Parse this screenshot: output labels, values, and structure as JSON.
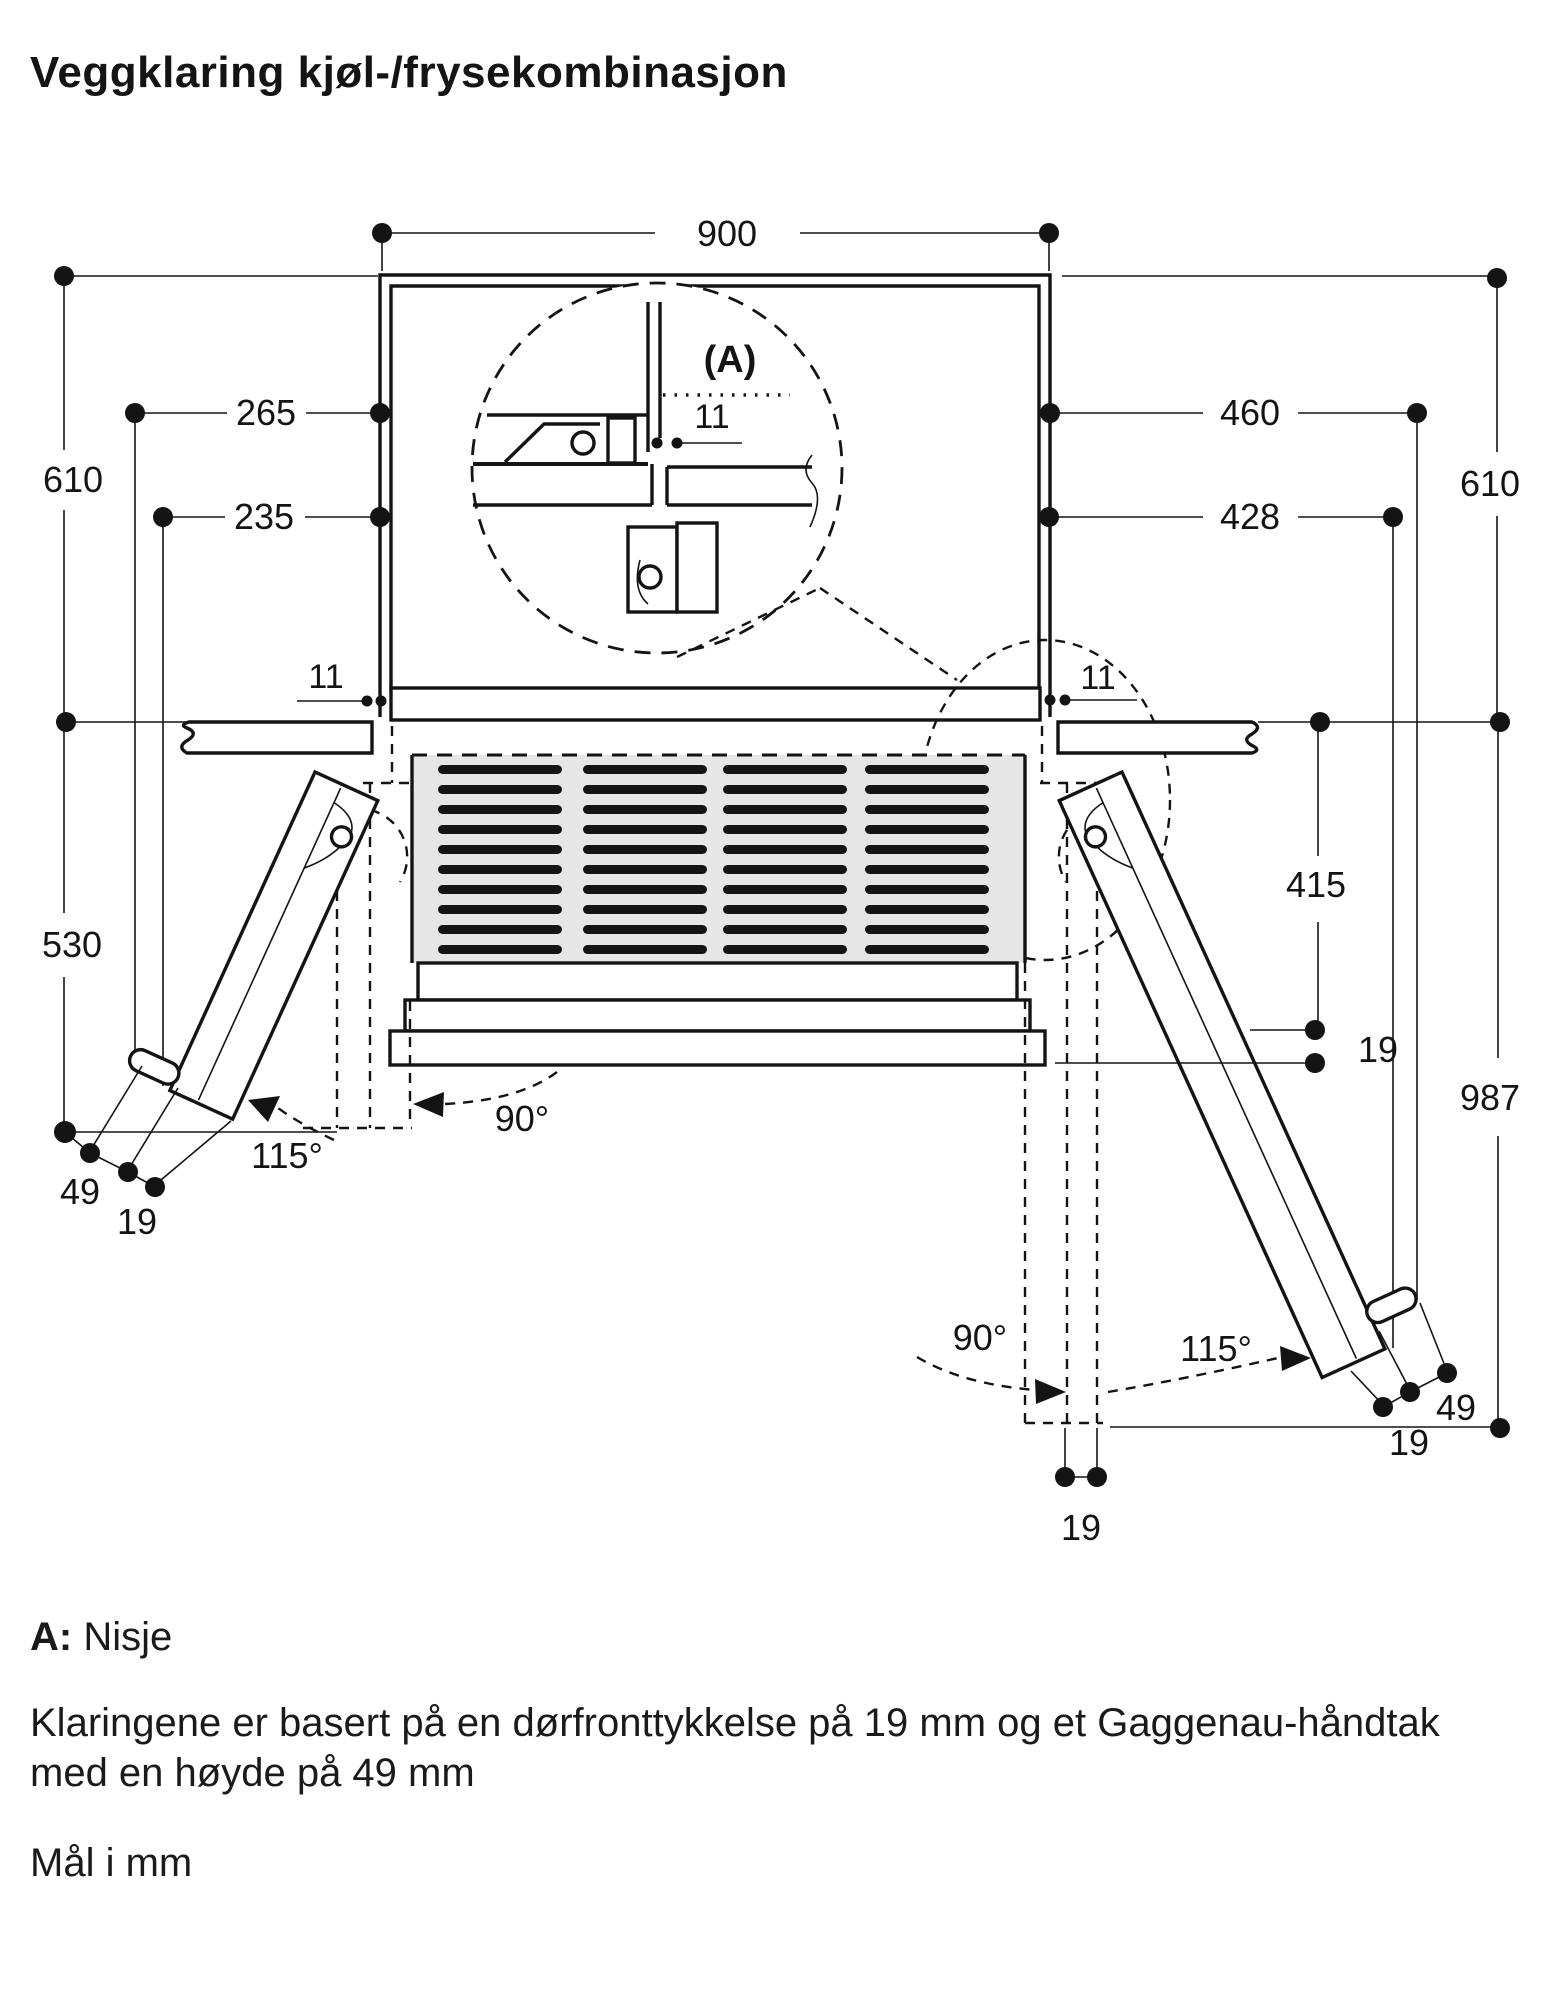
{
  "title": "Veggklaring kjøl-/frysekombinasjon",
  "labels": {
    "niche_width": "900",
    "left_height": "610",
    "left_clearance_handle": "265",
    "left_clearance_door": "235",
    "right_clearance_handle": "460",
    "right_clearance_door": "428",
    "right_height": "610",
    "detail_ref": "(A)",
    "detail_gap": "11",
    "gap_left": "11",
    "gap_right": "11",
    "left_depth_open": "530",
    "right_door_projection": "415",
    "right_door_thickness_mid": "19",
    "right_total_projection": "987",
    "angle_90_left": "90°",
    "angle_open_left": "115°",
    "handle_height_left": "49",
    "door_thickness_left": "19",
    "angle_90_right": "90°",
    "angle_open_right": "115°",
    "handle_height_right": "49",
    "door_thickness_right": "19",
    "center_gap": "19"
  },
  "notes": {
    "a_key": "A:",
    "a_value": "Nisje",
    "clearance_note_line1": "Klaringene er basert på en dørfronttykkelse på 19 mm og et Gaggenau-håndtak",
    "clearance_note_line2": "med en høyde på 49 mm",
    "units_note": "Mål i mm"
  }
}
